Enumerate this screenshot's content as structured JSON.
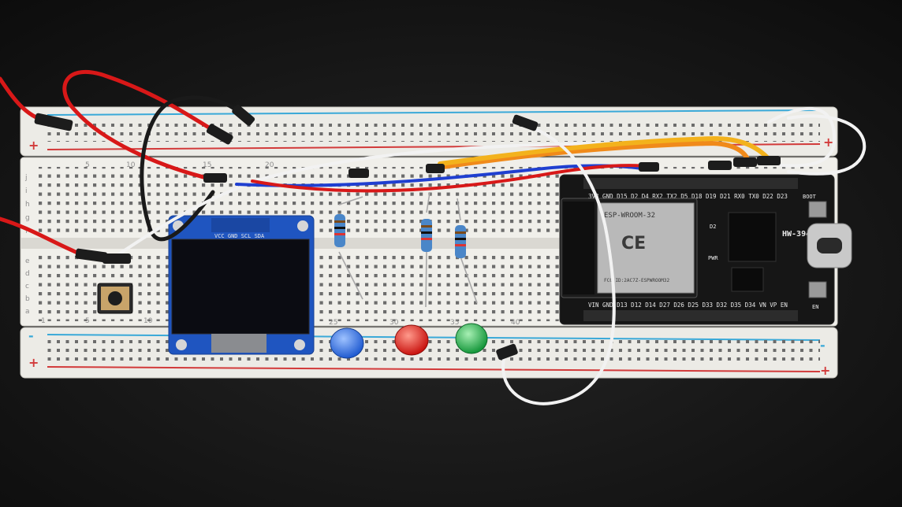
{
  "breadboard": {
    "top_rail_plus": "+",
    "top_rail_minus": "-",
    "bottom_rail_minus": "-",
    "bottom_rail_plus": "+",
    "column_numbers": [
      "1",
      "5",
      "10",
      "15",
      "20",
      "25",
      "30",
      "35",
      "40"
    ],
    "row_letters_top": [
      "j",
      "i",
      "h",
      "g",
      "f"
    ],
    "row_letters_bottom": [
      "e",
      "d",
      "c",
      "b",
      "a"
    ]
  },
  "oled": {
    "header_text": "VCC GND SCL SDA"
  },
  "esp32": {
    "top_pins": "3V3 GND D15 D2 D4 RX2 TX2 D5 D18 D19 D21 RX0 TX0 D22 D23",
    "bottom_pins": "VIN GND D13 D12 D14 D27 D26 D25 D33 D32 D35 D34 VN VP EN",
    "module_name": "ESP-WROOM-32",
    "board_label": "HW-394",
    "boot_label": "BOOT",
    "en_label": "EN",
    "ce_mark": "CE",
    "pwr_label": "PWR",
    "d2_label": "D2",
    "fcc_text": "FCC ID:2AC7Z-ESPWROOM32"
  },
  "leds": [
    {
      "color": "blue",
      "hex": "#2f6fe0"
    },
    {
      "color": "red",
      "hex": "#e3221c"
    },
    {
      "color": "green",
      "hex": "#23b24a"
    }
  ],
  "wire_colors": {
    "red": "#d81818",
    "black": "#1a1a1a",
    "white": "#f2f2f2",
    "orange": "#f08a1a",
    "yellow": "#f3b21c",
    "blue": "#1f3fd0"
  }
}
